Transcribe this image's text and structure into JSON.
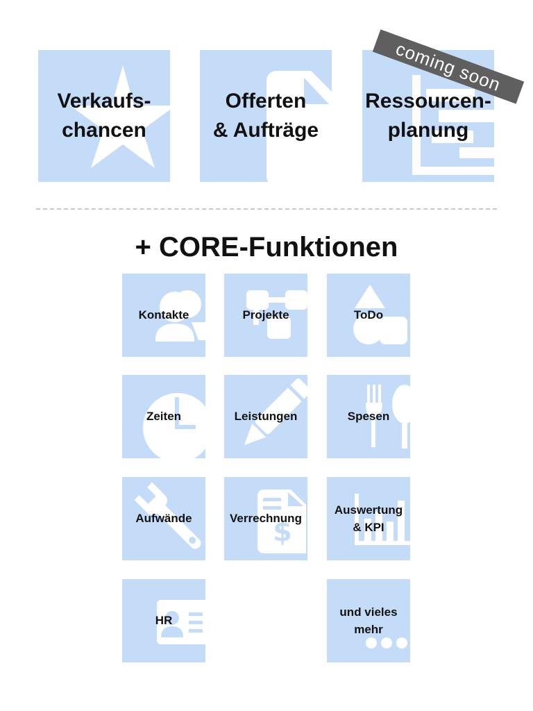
{
  "top_tiles": [
    {
      "label": "Verkaufs-\nchancen",
      "icon": "star-icon"
    },
    {
      "label": "Offerten\n& Aufträge",
      "icon": "document-icon"
    },
    {
      "label": "Ressourcen-\nplanung",
      "icon": "planning-chart-icon"
    }
  ],
  "badge": {
    "label": "coming soon"
  },
  "section": {
    "heading": "+ CORE-Funktionen"
  },
  "core_tiles": [
    {
      "label": "Kontakte",
      "icon": "contacts-icon"
    },
    {
      "label": "Projekte",
      "icon": "project-flow-icon"
    },
    {
      "label": "ToDo",
      "icon": "shapes-icon"
    },
    {
      "label": "Zeiten",
      "icon": "clock-icon"
    },
    {
      "label": "Leistungen",
      "icon": "pencil-icon"
    },
    {
      "label": "Spesen",
      "icon": "fork-spoon-icon"
    },
    {
      "label": "Aufwände",
      "icon": "wrench-icon"
    },
    {
      "label": "Verrechnung",
      "icon": "invoice-dollar-icon"
    },
    {
      "label": "Auswertung\n& KPI",
      "icon": "bar-chart-icon"
    },
    {
      "label": "HR",
      "icon": "id-card-icon"
    },
    {
      "label": "und vieles\nmehr",
      "icon": "more-dots-icon"
    }
  ],
  "colors": {
    "tile": "#c5dcf9",
    "icon": "#ffffff",
    "ribbon": "#5f5f5f",
    "divider": "#c8c8c8"
  }
}
